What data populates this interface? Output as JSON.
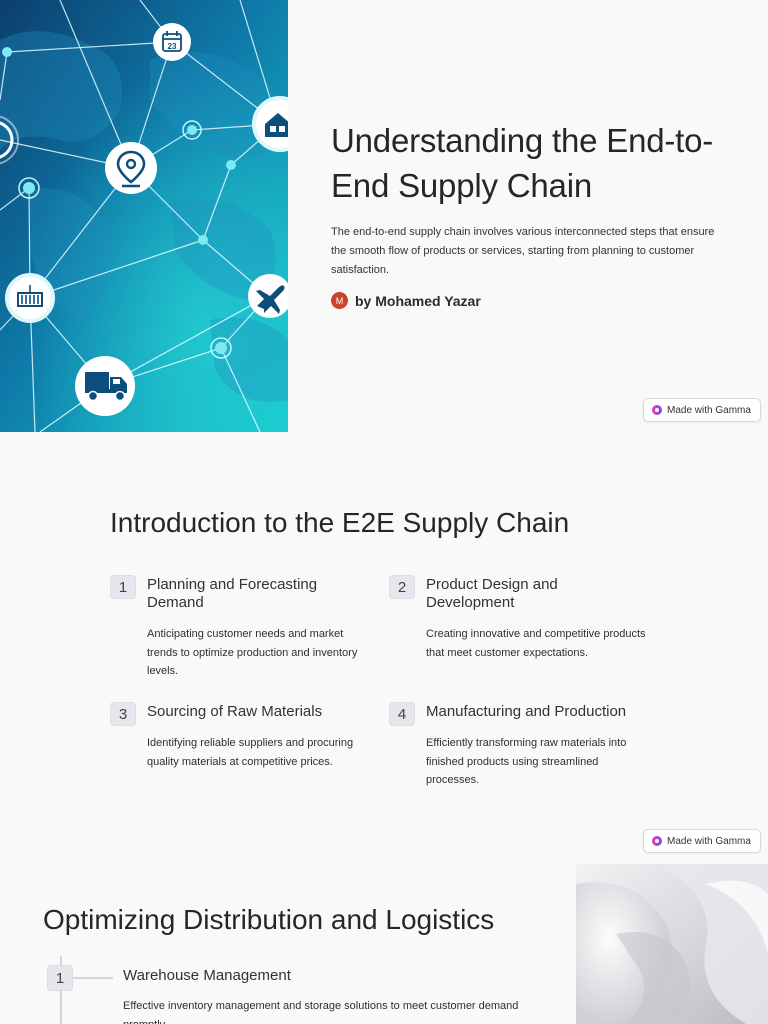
{
  "slide1": {
    "title": "Understanding the End-to-End Supply Chain",
    "description": "The end-to-end supply chain involves various interconnected steps that ensure the smooth flow of products or services, starting from planning to customer satisfaction.",
    "author_initial": "M",
    "author": "by Mohamed Yazar",
    "image_icons": [
      "calendar-icon",
      "warehouse-icon",
      "location-pin-icon",
      "container-icon",
      "airplane-icon",
      "truck-icon"
    ],
    "calendar_day": "23"
  },
  "badge": {
    "label": "Made with Gamma"
  },
  "slide2": {
    "title": "Introduction to the E2E Supply Chain",
    "steps": [
      {
        "num": "1",
        "title": "Planning and Forecasting Demand",
        "desc": "Anticipating customer needs and market trends to optimize production and inventory levels."
      },
      {
        "num": "2",
        "title": "Product Design and Development",
        "desc": "Creating innovative and competitive products that meet customer expectations."
      },
      {
        "num": "3",
        "title": "Sourcing of Raw Materials",
        "desc": "Identifying reliable suppliers and procuring quality materials at competitive prices."
      },
      {
        "num": "4",
        "title": "Manufacturing and Production",
        "desc": "Efficiently transforming raw materials into finished products using streamlined processes."
      }
    ]
  },
  "slide3": {
    "title": "Optimizing Distribution and Logistics",
    "items": [
      {
        "num": "1",
        "title": "Warehouse Management",
        "desc": "Effective inventory management and storage solutions to meet customer demand promptly."
      }
    ]
  },
  "colors": {
    "accent": "#c8442a",
    "network_dark": "#0b5b8c",
    "network_light": "#12c4d0"
  }
}
